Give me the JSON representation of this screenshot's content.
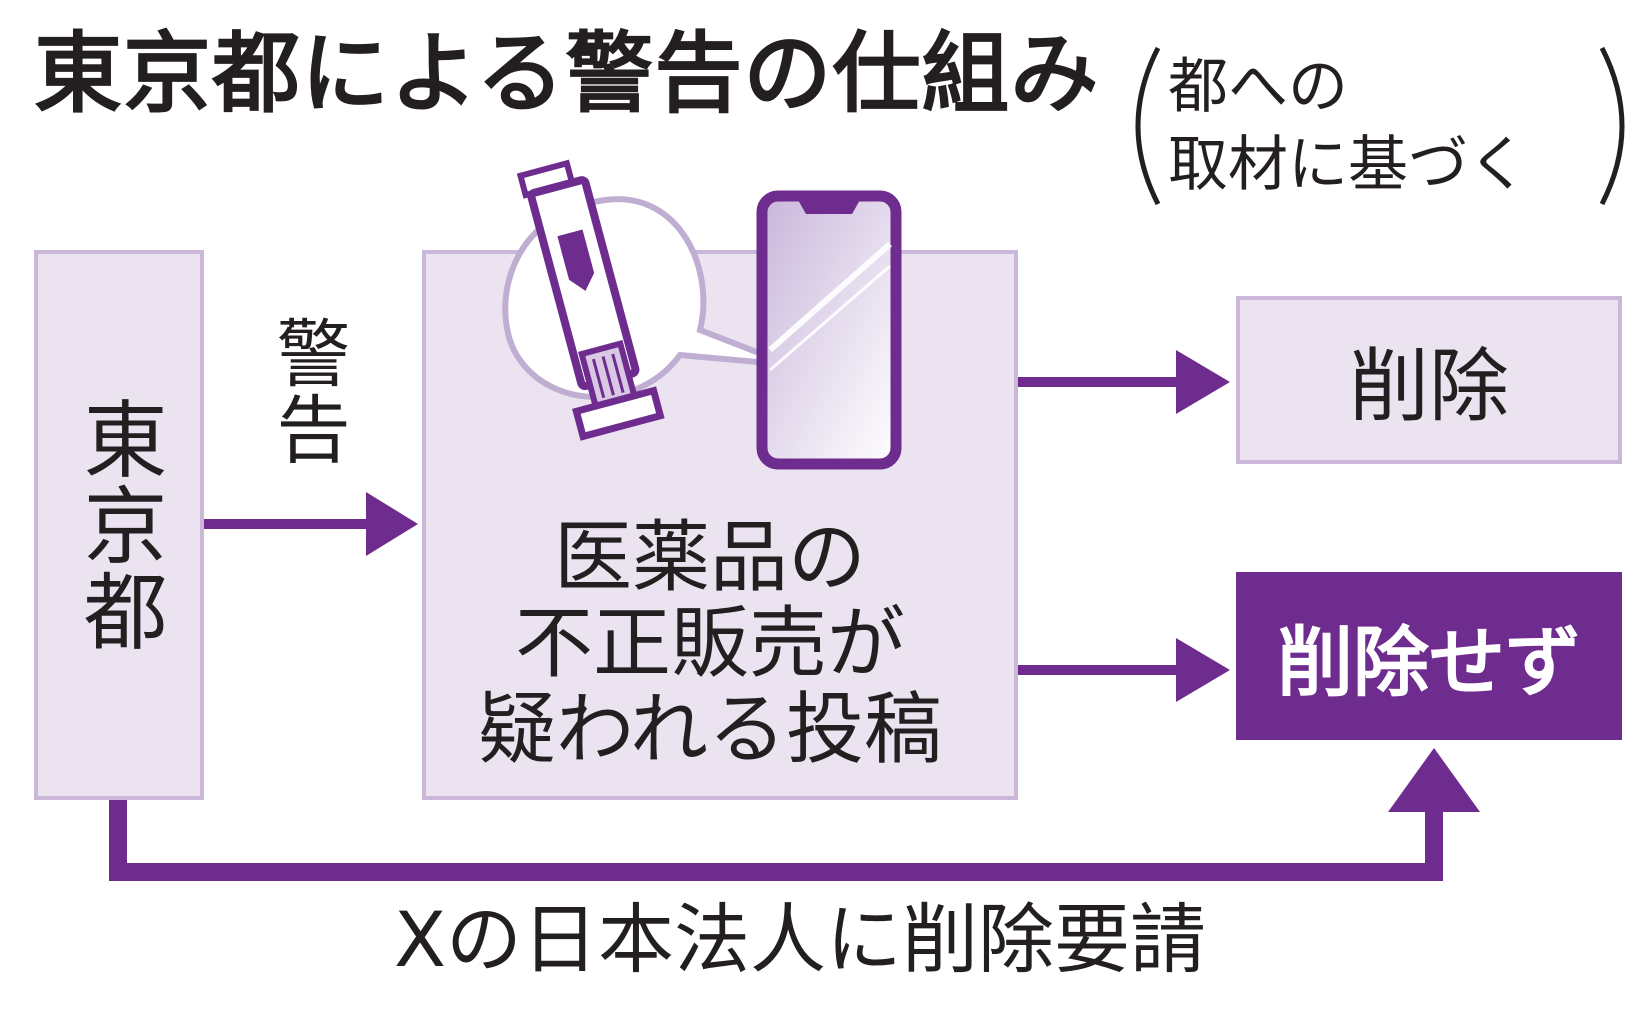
{
  "title": "東京都による警告の仕組み",
  "source_note": {
    "line1": "都への",
    "line2": "取材に基づく"
  },
  "nodes": {
    "tokyo": "東京都",
    "warning_label": "警告",
    "post": [
      "医薬品の",
      "不正販売が",
      "疑われる投稿"
    ],
    "deleted": "削除",
    "not_deleted": "削除せず"
  },
  "edges": {
    "bottom_request": "Xの日本法人に削除要請"
  },
  "colors": {
    "accent": "#6f2c8f",
    "box_fill": "#ebe3f0",
    "box_border": "#cbb8d9",
    "text": "#231f20"
  },
  "icons": [
    "syringe-pen-icon",
    "smartphone-icon",
    "speech-bubble-icon"
  ]
}
